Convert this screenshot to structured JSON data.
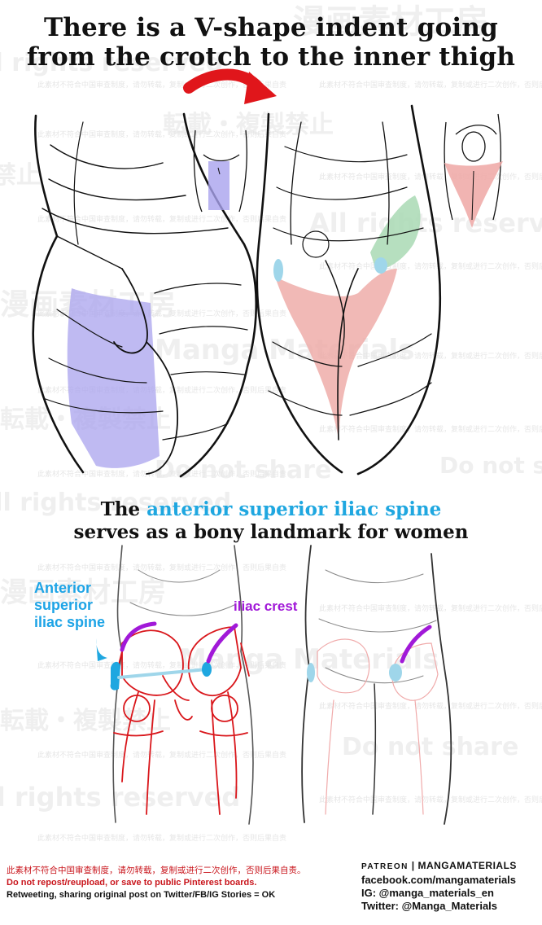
{
  "headline_top": {
    "line1": "There is a V-shape indent going",
    "line2": "from the crotch to the inner thigh"
  },
  "headline_bottom": {
    "part1": "The ",
    "accent": "anterior superior iliac spine",
    "line2": "serves as a bony landmark for women"
  },
  "labels": {
    "asis": [
      "Anterior",
      "superior",
      "iliac spine"
    ],
    "iliac_crest": "iliac crest"
  },
  "watermarks": {
    "cn_large_1": "漫画素材工房",
    "cn_large_2": "禁止",
    "cn_large_3": "転載・複製禁止",
    "en_1": "Manga Materials",
    "en_2": "All rights reserved",
    "en_3": "Do not share",
    "small_line": "此素材不符合中国审查制度，请勿转载，复制或进行二次创作，否则后果自责"
  },
  "footer": {
    "cn_notice": "此素材不符合中国审查制度，请勿转载，复制或进行二次创作，否则后果自责。",
    "repost_notice": "Do not repost/reupload, or save to public Pinterest boards.",
    "share_notice": "Retweeting, sharing original post on Twitter/FB/IG Stories = OK",
    "patreon_label": "PATREON",
    "patreon_name": "MANGAMATERIALS",
    "facebook": "facebook.com/mangamaterials",
    "instagram": "IG: @manga_materials_en",
    "twitter": "Twitter: @Manga_Materials"
  },
  "colors": {
    "accent_blue": "#1fa7e0",
    "purple": "#a119d8",
    "arrow_red": "#e0161b",
    "highlight_blue": "#a9a3ee",
    "highlight_pink": "#eea7a4",
    "highlight_green": "#a9d9b4",
    "skeleton_red": "#d9161b"
  }
}
